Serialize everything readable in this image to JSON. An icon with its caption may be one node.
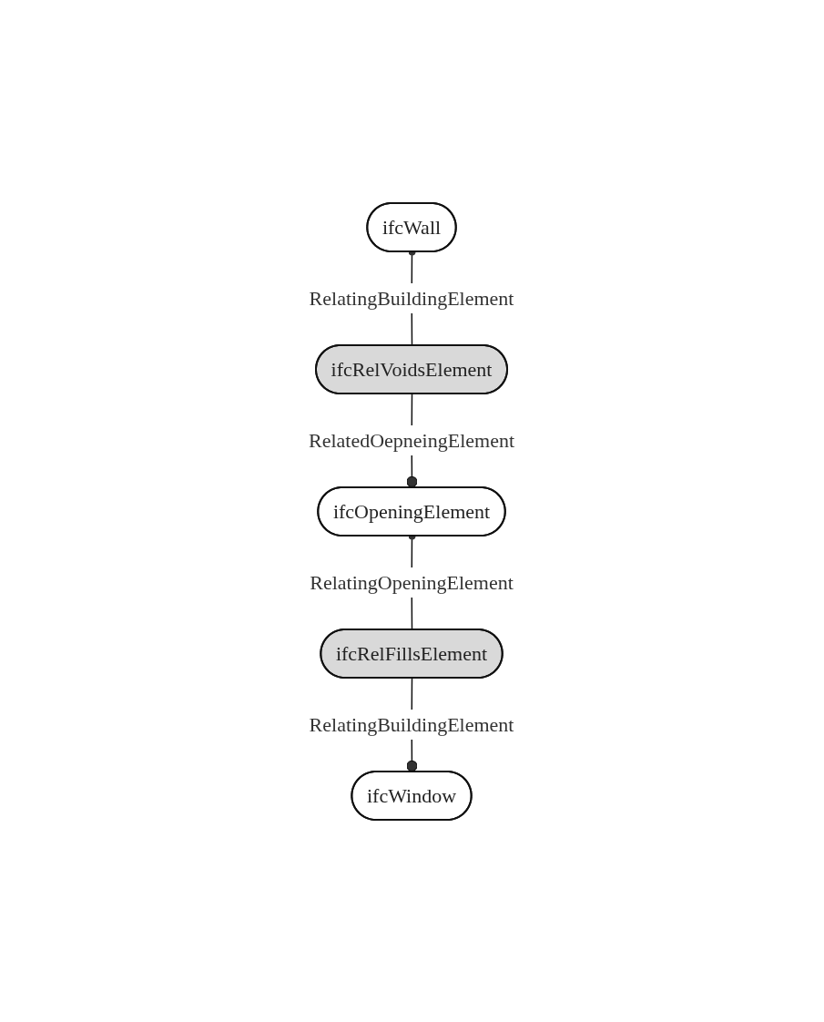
{
  "diagram": {
    "nodes": [
      {
        "text": [
          "ifcWall"
        ]
      },
      {
        "text": [
          "ifcRelVoidsElement"
        ]
      },
      {
        "text": [
          "ifcOpeningElement"
        ]
      },
      {
        "text": [
          "ifcRelFillsElement"
        ]
      },
      {
        "text": [
          "ifcWindow"
        ]
      }
    ],
    "edges": [
      {
        "from": 1,
        "to": 0,
        "arrow": "other",
        "label": "RelatingBuildingElement"
      },
      {
        "from": 1,
        "to": 2,
        "arrow": "other",
        "label": "RelatedOepneingElement"
      },
      {
        "from": 3,
        "to": 2,
        "arrow": "other",
        "label": "RelatingOpeningElement"
      },
      {
        "from": 3,
        "to": 4,
        "arrow": "other",
        "label": "RelatingBuildingElement"
      }
    ]
  }
}
